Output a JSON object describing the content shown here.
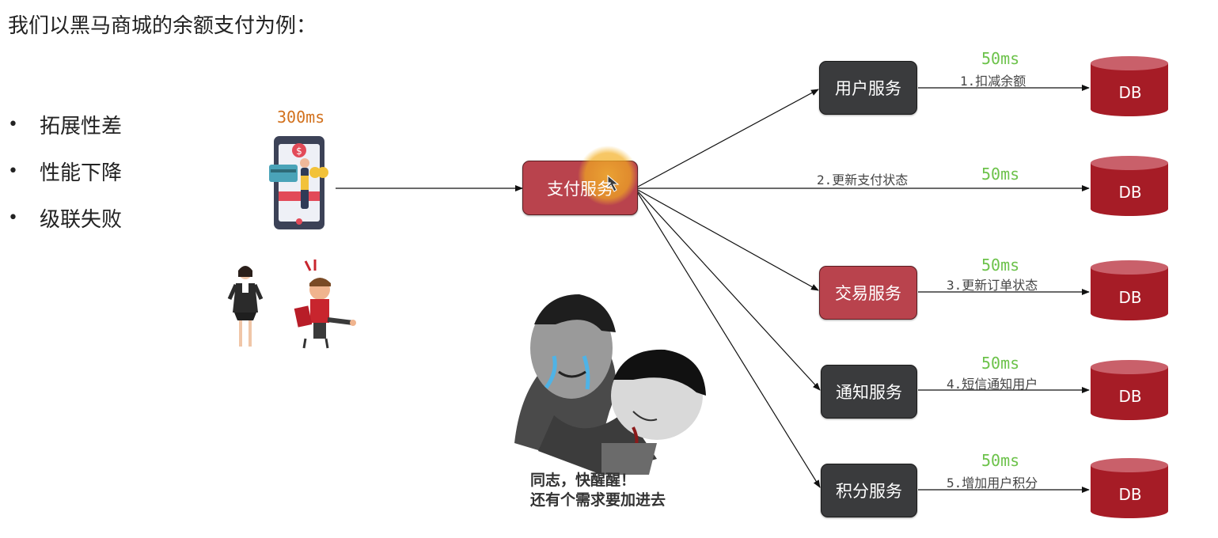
{
  "title": "我们以黑马商城的余额支付为例：",
  "bullets": [
    "拓展性差",
    "性能下降",
    "级联失败"
  ],
  "main_latency": "300ms",
  "pay_service": "支付服务",
  "services": [
    {
      "label": "用户服务",
      "latency": "50ms",
      "step": "1.扣减余额",
      "color": "#3a3b3d"
    },
    {
      "label": "",
      "latency": "50ms",
      "step": "2.更新支付状态",
      "color": ""
    },
    {
      "label": "交易服务",
      "latency": "50ms",
      "step": "3.更新订单状态",
      "color": "#b9434d"
    },
    {
      "label": "通知服务",
      "latency": "50ms",
      "step": "4.短信通知用户",
      "color": "#3a3b3d"
    },
    {
      "label": "积分服务",
      "latency": "50ms",
      "step": "5.增加用户积分",
      "color": "#3a3b3d"
    }
  ],
  "db_label": "DB",
  "meme_caption": [
    "同志，快醒醒！",
    "还有个需求要加进去"
  ],
  "colors": {
    "db": "#a61c26",
    "db_top": "#c9606a",
    "latency_green": "#6cc24a",
    "latency_orange": "#d2711d",
    "highlight": "#f5b82e"
  }
}
